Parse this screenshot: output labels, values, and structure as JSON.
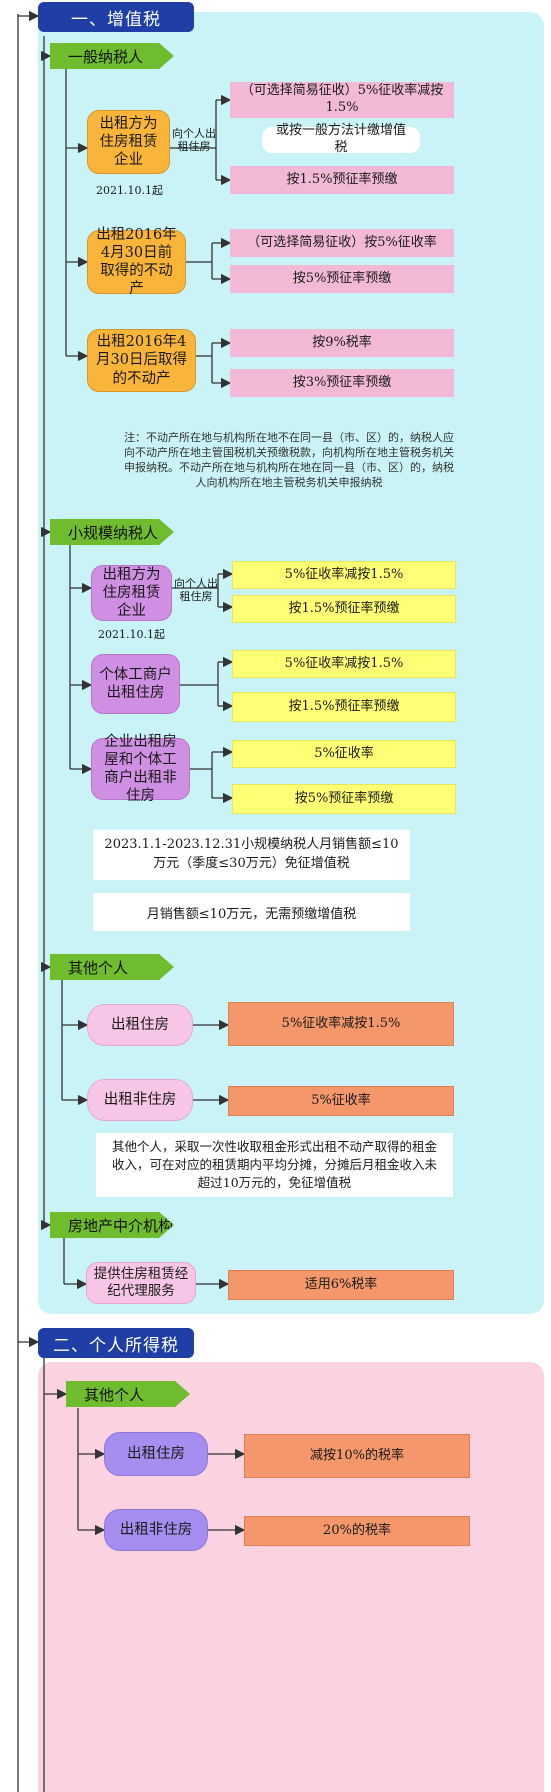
{
  "vat": {
    "header": "一、增值税",
    "general": {
      "tag": "一般纳税人",
      "nodes": [
        {
          "label": "出租方为住房租赁企业",
          "connector": "向个人出租住房",
          "date": "2021.10.1起",
          "results": [
            "（可选择简易征收）5%征收率减按1.5%",
            "或按一般方法计缴增值税",
            "按1.5%预征率预缴"
          ]
        },
        {
          "label": "出租2016年4月30日前取得的不动产",
          "results": [
            "（可选择简易征收）按5%征收率",
            "按5%预征率预缴"
          ]
        },
        {
          "label": "出租2016年4月30日后取得的不动产",
          "results": [
            "按9%税率",
            "按3%预征率预缴"
          ]
        }
      ],
      "note": "注：不动产所在地与机构所在地不在同一县（市、区）的，纳税人应向不动产所在地主管国税机关预缴税款，向机构所在地主管税务机关申报纳税。不动产所在地与机构所在地在同一县（市、区）的，纳税人向机构所在地主管税务机关申报纳税"
    },
    "small": {
      "tag": "小规模纳税人",
      "nodes": [
        {
          "label": "出租方为住房租赁企业",
          "connector": "向个人出租住房",
          "date": "2021.10.1起",
          "results": [
            "5%征收率减按1.5%",
            "按1.5%预征率预缴"
          ]
        },
        {
          "label": "个体工商户出租住房",
          "results": [
            "5%征收率减按1.5%",
            "按1.5%预征率预缴"
          ]
        },
        {
          "label": "企业出租房屋和个体工商户出租非住房",
          "results": [
            "5%征收率",
            "按5%预征率预缴"
          ]
        }
      ],
      "note1": "2023.1.1-2023.12.31小规模纳税人月销售额≤10万元（季度≤30万元）免征增值税",
      "note2": "月销售额≤10万元，无需预缴增值税"
    },
    "other": {
      "tag": "其他个人",
      "nodes": [
        {
          "label": "出租住房",
          "result": "5%征收率减按1.5%"
        },
        {
          "label": "出租非住房",
          "result": "5%征收率"
        }
      ],
      "note": "其他个人，采取一次性收取租金形式出租不动产取得的租金收入，可在对应的租赁期内平均分摊，分摊后月租金收入未超过10万元的，免征增值税"
    },
    "agency": {
      "tag": "房地产中介机构",
      "node": "提供住房租赁经纪代理服务",
      "result": "适用6%税率"
    }
  },
  "iit": {
    "header": "二、个人所得税",
    "other": {
      "tag": "其他个人",
      "nodes": [
        {
          "label": "出租住房",
          "result": "减按10%的税率"
        },
        {
          "label": "出租非住房",
          "result": "20%的税率"
        }
      ]
    }
  },
  "colors": {
    "header": "#1f3fa6",
    "tag": "#6fbd2e",
    "vat_panel": "#c9f3f7",
    "iit_panel": "#fbd3e0",
    "orange_node": "#f9b43a",
    "violet_node": "#cf8fe3",
    "pink_node": "#f7c6e6",
    "purple_node": "#a58ef0",
    "pink_result": "#f2b9d6",
    "yellow_result": "#ffff75",
    "salmon_result": "#f4976a"
  }
}
